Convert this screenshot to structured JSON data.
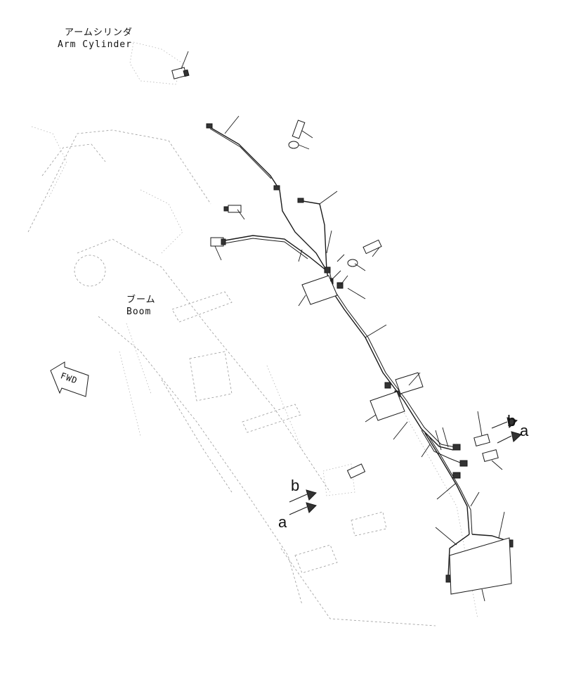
{
  "labels": {
    "arm_cylinder_jp": "アームシリンダ",
    "arm_cylinder_en": "Arm Cylinder",
    "boom_jp": "ブーム",
    "boom_en": "Boom",
    "fwd": "FWD",
    "detail_a": "a",
    "detail_b": "b"
  }
}
